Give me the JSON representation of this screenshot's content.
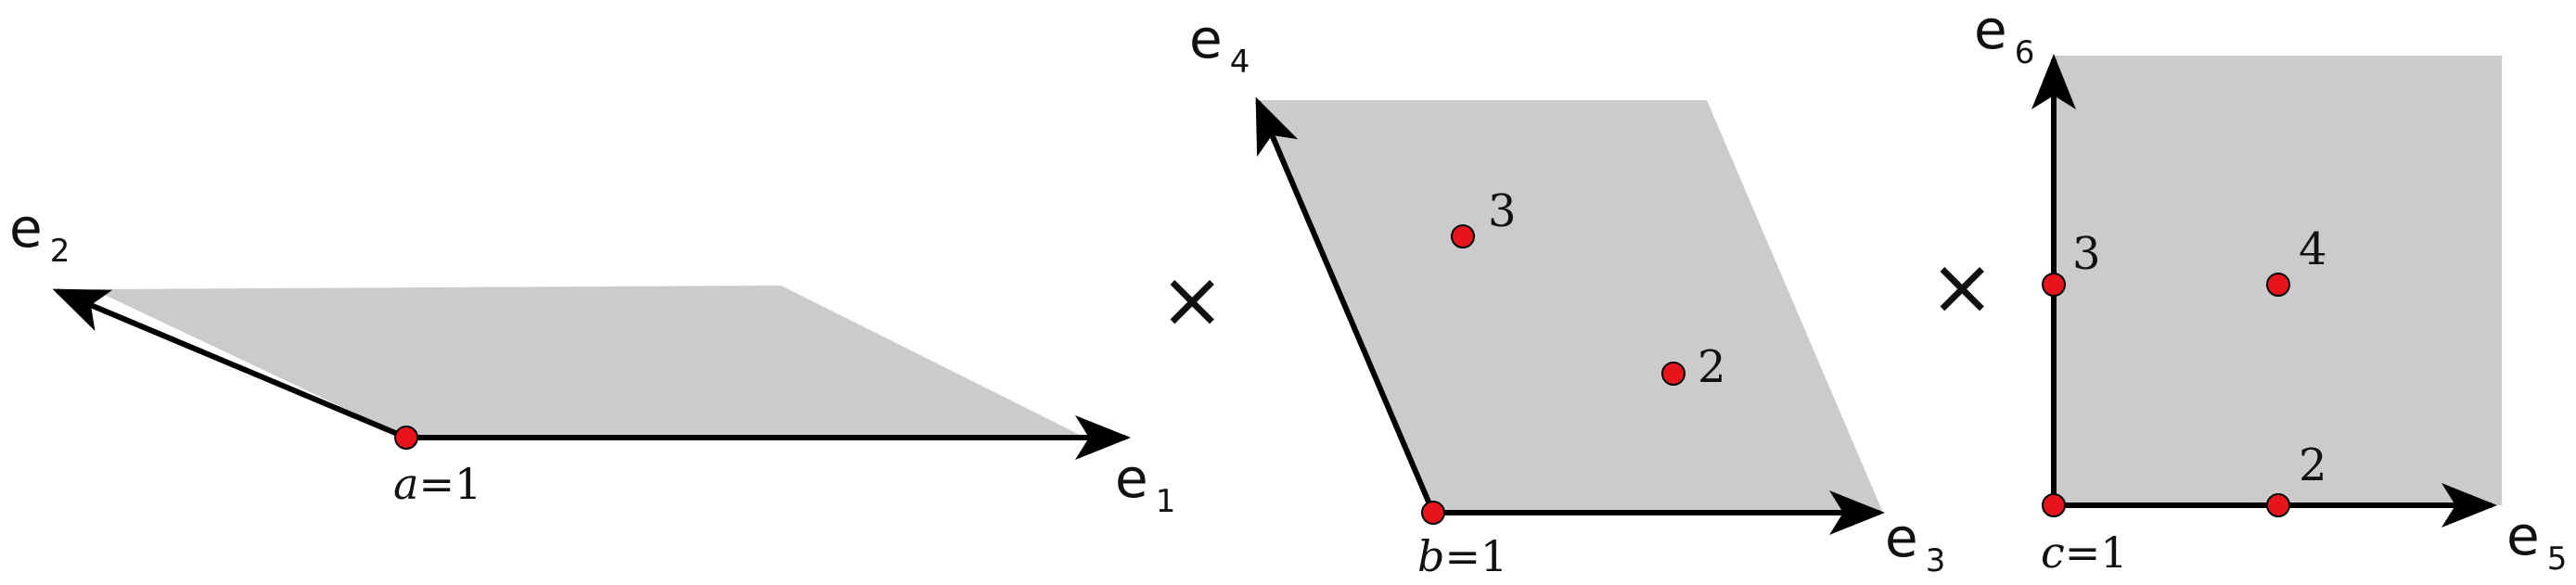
{
  "panels": [
    {
      "axes": [
        {
          "base": "e",
          "sub": "1"
        },
        {
          "base": "e",
          "sub": "2"
        }
      ],
      "origin": {
        "var": "a",
        "eq": "=1"
      },
      "points": []
    },
    {
      "axes": [
        {
          "base": "e",
          "sub": "3"
        },
        {
          "base": "e",
          "sub": "4"
        }
      ],
      "origin": {
        "var": "b",
        "eq": "=1"
      },
      "points": [
        "3",
        "2"
      ]
    },
    {
      "axes": [
        {
          "base": "e",
          "sub": "5"
        },
        {
          "base": "e",
          "sub": "6"
        }
      ],
      "origin": {
        "var": "c",
        "eq": "=1"
      },
      "points": [
        "3",
        "4",
        "2"
      ]
    }
  ],
  "operators": [
    "×",
    "×"
  ],
  "colors": {
    "region": "#cbcbcb",
    "point": "#e8141c",
    "axis": "#000000"
  }
}
